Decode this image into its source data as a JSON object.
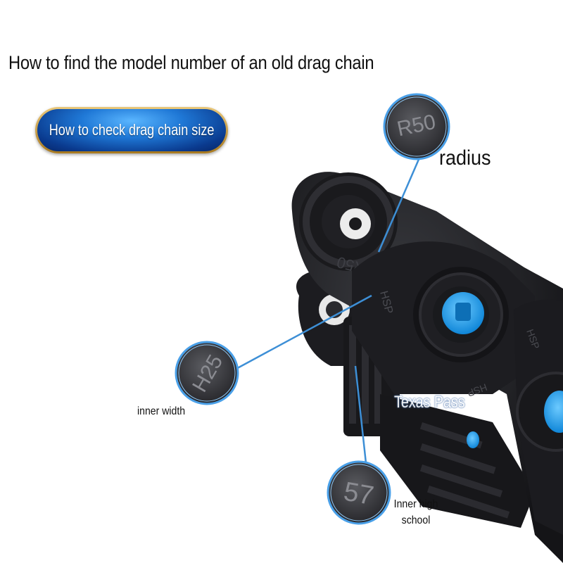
{
  "title": "How to find the model number of an old drag chain",
  "button": {
    "label": "How to check drag chain size"
  },
  "callouts": {
    "radius": {
      "label": "radius",
      "marking": "R50"
    },
    "inner_width": {
      "label": "inner width",
      "marking": "H25"
    },
    "inner_height": {
      "label_line1": "Inner high",
      "label_line2": "school",
      "marking": "57"
    }
  },
  "chain_markings": {
    "side_text": "R50",
    "brand_text": "HSP"
  },
  "watermark": "Texas Pass",
  "colors": {
    "chain": "#1f1f22",
    "pin": "#19a0ef",
    "callout_line": "#3d8fd6",
    "button": "#1a63c4",
    "button_rim": "#d4a84a"
  }
}
